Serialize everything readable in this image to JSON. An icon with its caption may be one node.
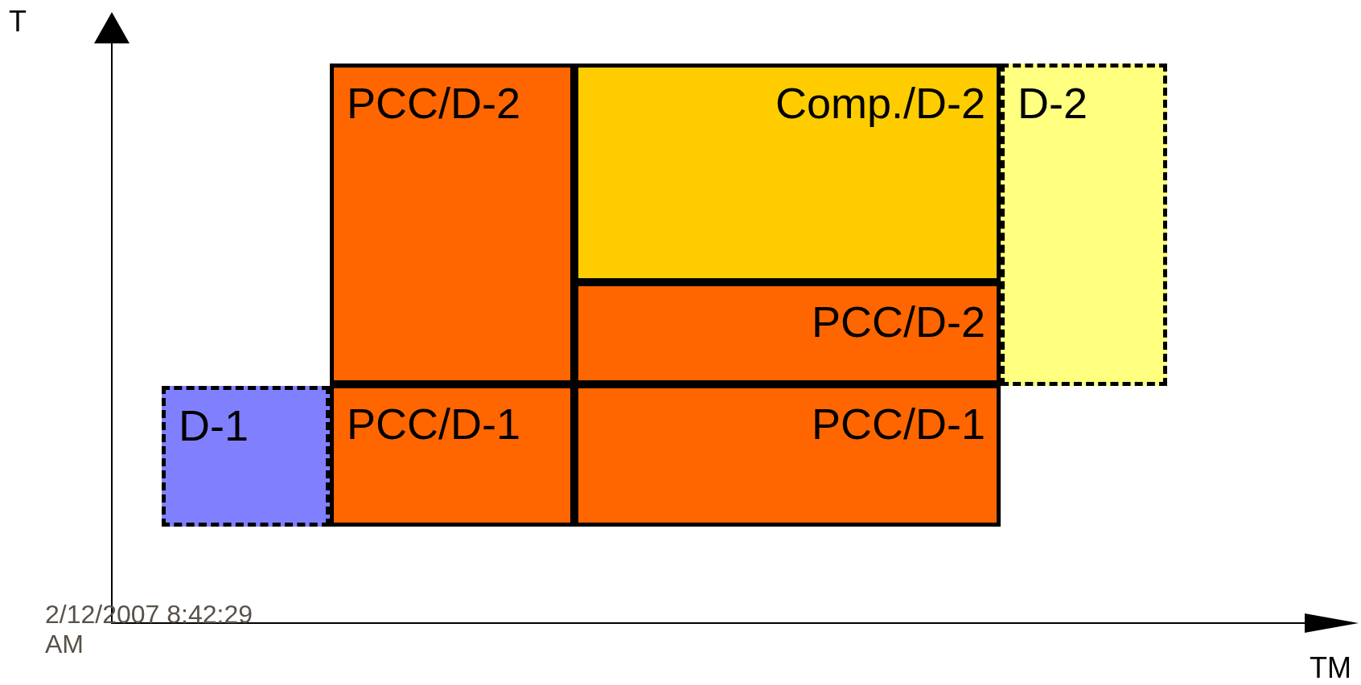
{
  "diagram": {
    "nodes": [
      {
        "text": [
          "PCC/D-2"
        ]
      },
      {
        "text": [
          "Comp./D-2"
        ]
      },
      {
        "text": [
          "D-2"
        ]
      },
      {
        "text": [
          "PCC/D-2"
        ]
      },
      {
        "text": [
          "D-1"
        ]
      },
      {
        "text": [
          "PCC/D-1"
        ]
      },
      {
        "text": [
          "PCC/D-1"
        ]
      }
    ],
    "labels": [
      "T",
      "TM",
      "2/12/2007 8:42:29 AM"
    ]
  }
}
